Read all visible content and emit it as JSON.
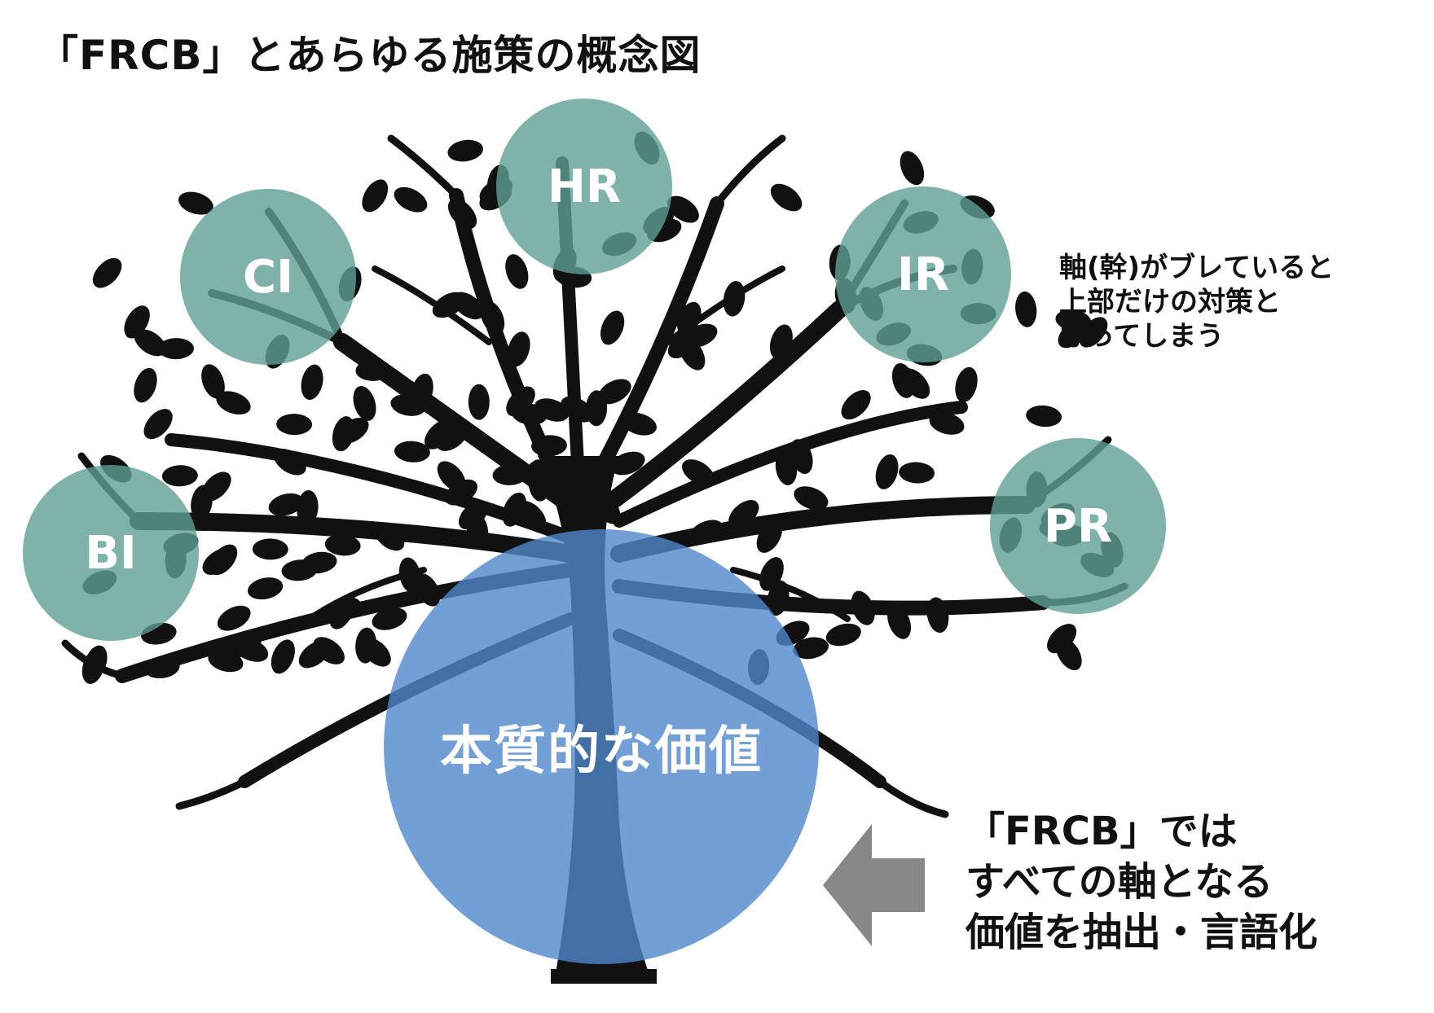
{
  "title": "「FRCB」とあらゆる施策の概念図",
  "measures": [
    {
      "id": "bi",
      "label": "BI"
    },
    {
      "id": "ci",
      "label": "CI"
    },
    {
      "id": "hr",
      "label": "HR"
    },
    {
      "id": "ir",
      "label": "IR"
    },
    {
      "id": "pr",
      "label": "PR"
    }
  ],
  "core": {
    "label": "本質的な価値"
  },
  "side_note": {
    "lines": [
      "軸(幹)がブレていると",
      "上部だけの対策と",
      "なってしまう"
    ]
  },
  "bottom_note": {
    "lines": [
      "「FRCB」では",
      "すべての軸となる",
      "価値を抽出・言語化"
    ]
  },
  "colors": {
    "measure_circle": "#5fa094",
    "core_circle": "#5087cd",
    "tree": "#111111",
    "arrow": "#888888"
  },
  "icons": {
    "tree": "tree-illustration",
    "arrow": "left-arrow-icon"
  }
}
